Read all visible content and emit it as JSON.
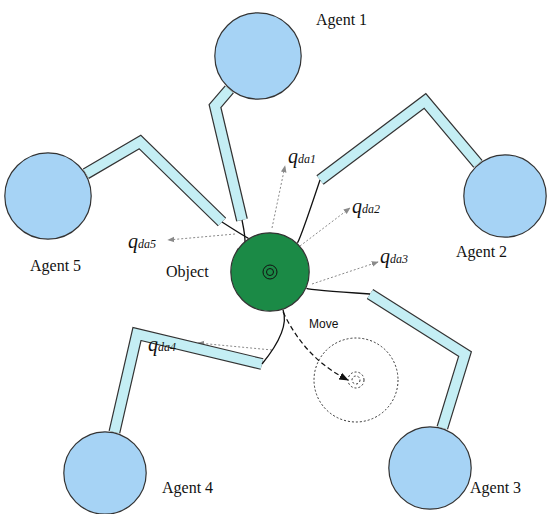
{
  "diagram": {
    "nodes": [
      {
        "text": [
          "Agent 1"
        ]
      },
      {
        "text": [
          "Agent 2"
        ]
      },
      {
        "text": [
          "Agent 3"
        ]
      },
      {
        "text": [
          "Agent 4"
        ]
      },
      {
        "text": [
          "Agent 5"
        ]
      },
      {
        "text": [
          "Object"
        ]
      }
    ],
    "edges": [
      {
        "from": 0,
        "to": 5,
        "arrow": "none"
      },
      {
        "from": 1,
        "to": 5,
        "arrow": "none"
      },
      {
        "from": 2,
        "to": 5,
        "arrow": "none"
      },
      {
        "from": 3,
        "to": 5,
        "arrow": "none"
      },
      {
        "from": 4,
        "to": 5,
        "arrow": "none"
      }
    ],
    "labels": [
      "qda1",
      "qda2",
      "qda3",
      "qda4",
      "qda5",
      "Move"
    ]
  }
}
